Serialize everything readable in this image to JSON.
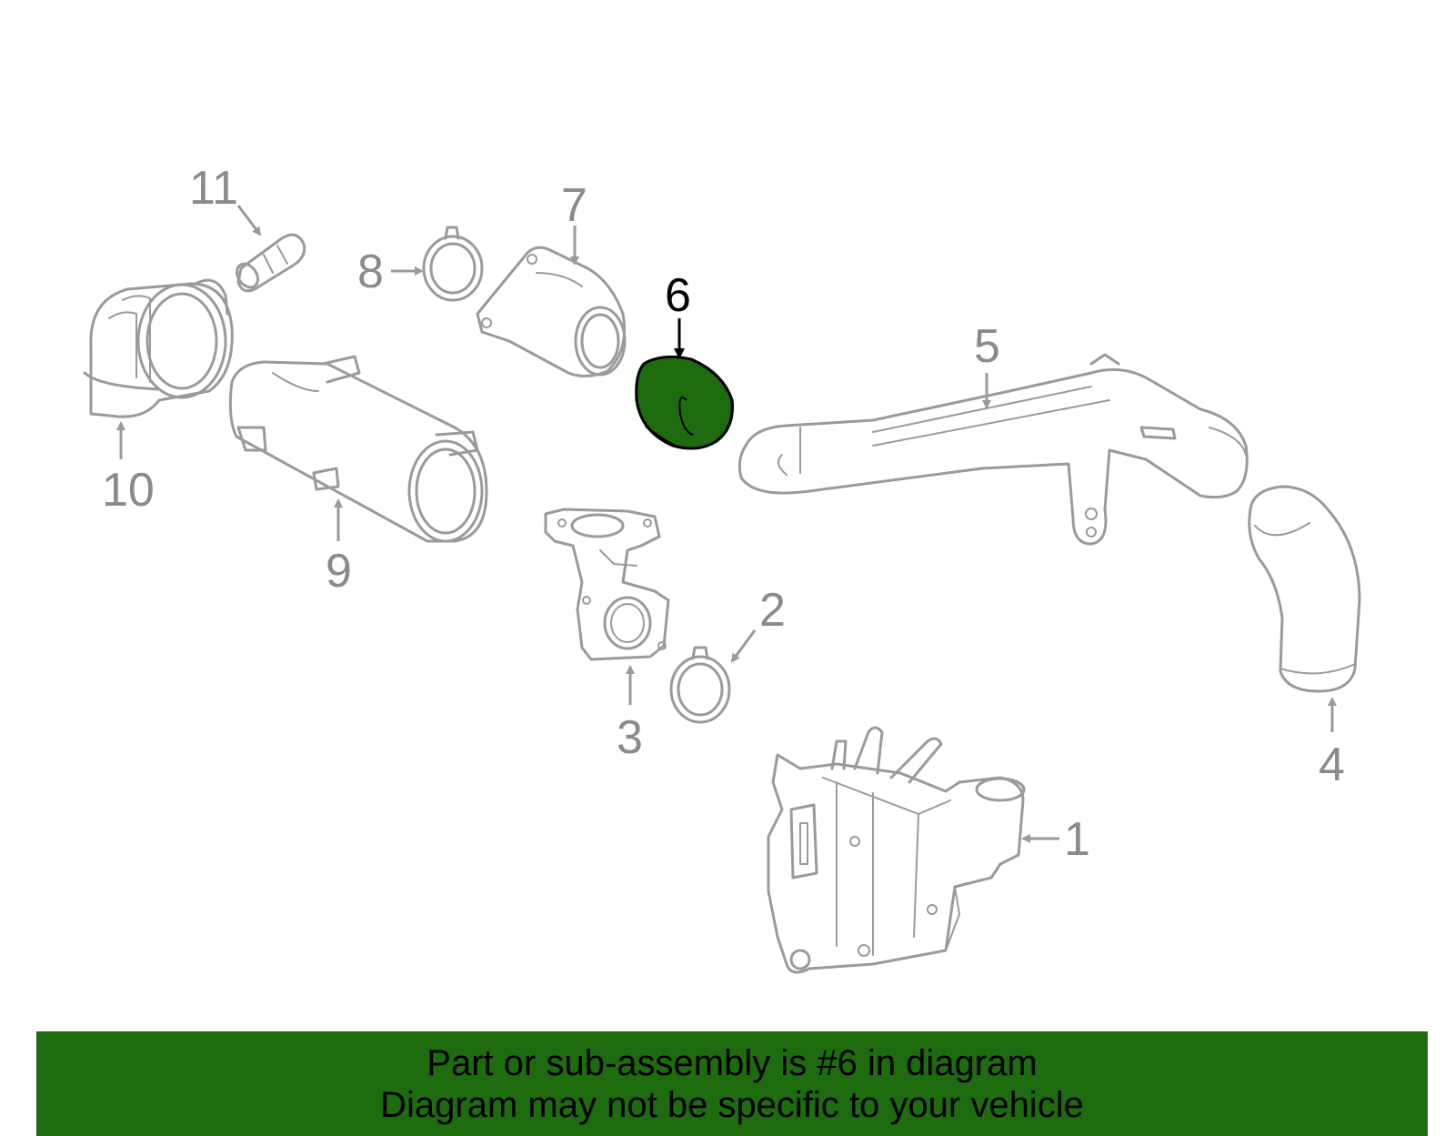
{
  "diagram": {
    "highlighted_part": "6",
    "highlight_color": "#1e6b10",
    "part_stroke_color": "#9a9a9a",
    "callouts": [
      "1",
      "2",
      "3",
      "4",
      "5",
      "6",
      "7",
      "8",
      "9",
      "10",
      "11"
    ]
  },
  "footer": {
    "line1": "Part or sub-assembly is #6 in diagram",
    "line2": "Diagram may not be specific to your vehicle",
    "background_color": "#1e6b10"
  }
}
